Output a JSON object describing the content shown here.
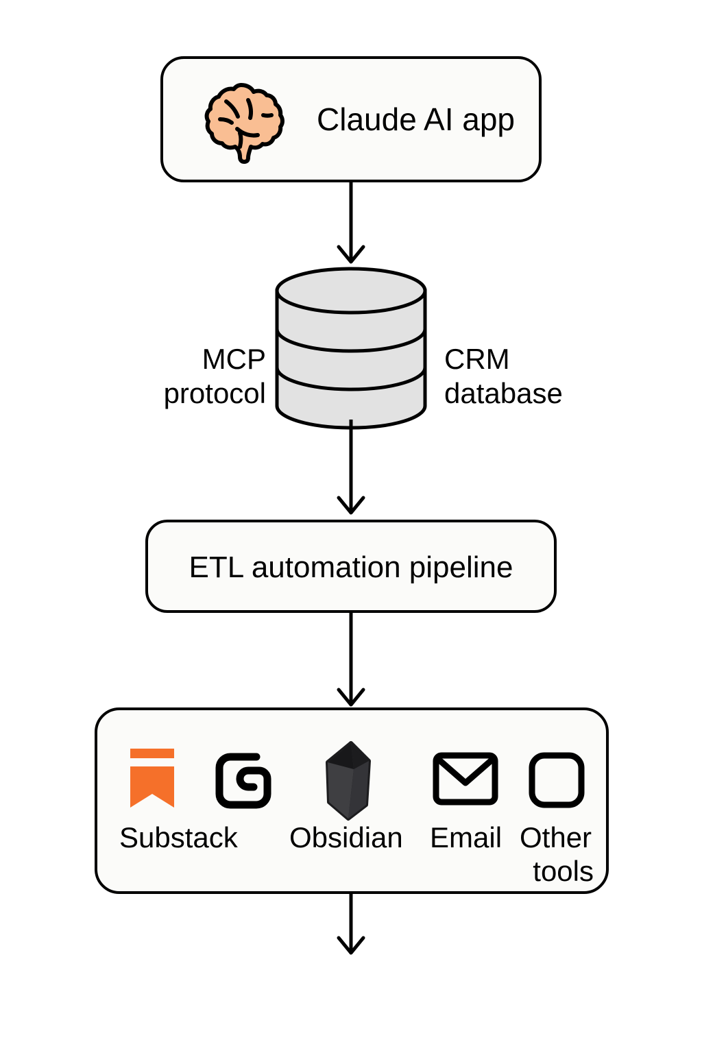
{
  "diagram": {
    "title": "Claude AI app to tools ETL flow",
    "background_color": "#ffffff",
    "stroke_color": "#000000",
    "node_fill": "#fbfbf9",
    "cylinder_fill": "#e2e2e2",
    "accent_orange": "#f5702a",
    "brain_fill": "#f9be93",
    "obsidian_dark": "#3a3a3c",
    "obsidian_darker": "#1c1c1e"
  },
  "nodes": {
    "claude": {
      "label": "Claude AI app",
      "icon": "brain-icon"
    },
    "database": {
      "icon": "database-cylinder-icon",
      "left_label_line1": "MCP",
      "left_label_line2": "protocol",
      "right_label_line1": "CRM",
      "right_label_line2": "database"
    },
    "etl": {
      "label": "ETL automation pipeline"
    },
    "tools": {
      "items": [
        {
          "icon": "substack-icon",
          "label": "Substack"
        },
        {
          "icon": "ghost-icon",
          "label": ""
        },
        {
          "icon": "obsidian-icon",
          "label": "Obsidian"
        },
        {
          "icon": "email-envelope-icon",
          "label": "Email"
        },
        {
          "icon": "other-tools-square-icon",
          "label_line1": "Other",
          "label_line2": "tools"
        }
      ]
    }
  },
  "connectors": [
    {
      "name": "arrow-claude-to-database",
      "from": "claude",
      "to": "database"
    },
    {
      "name": "arrow-database-to-etl",
      "from": "database",
      "to": "etl"
    },
    {
      "name": "arrow-etl-to-tools",
      "from": "etl",
      "to": "tools"
    },
    {
      "name": "arrow-tools-to-output",
      "from": "tools",
      "to": ""
    }
  ]
}
